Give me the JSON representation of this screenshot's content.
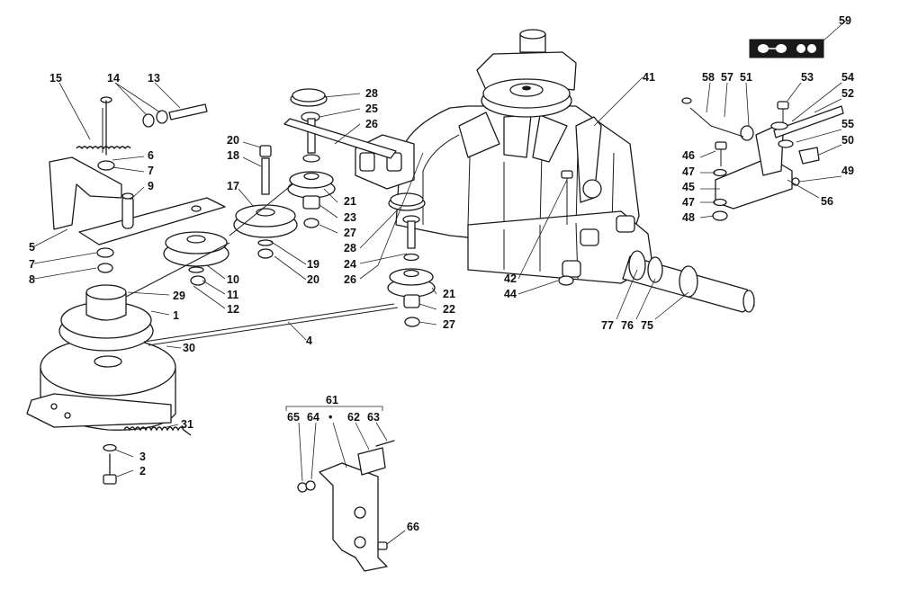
{
  "callouts": [
    {
      "id": "c59",
      "text": "59"
    },
    {
      "id": "c15",
      "text": "15"
    },
    {
      "id": "c14",
      "text": "14"
    },
    {
      "id": "c13",
      "text": "13"
    },
    {
      "id": "c28a",
      "text": "28"
    },
    {
      "id": "c25",
      "text": "25"
    },
    {
      "id": "c26a",
      "text": "26"
    },
    {
      "id": "c41",
      "text": "41"
    },
    {
      "id": "c58",
      "text": "58"
    },
    {
      "id": "c57",
      "text": "57"
    },
    {
      "id": "c51",
      "text": "51"
    },
    {
      "id": "c53",
      "text": "53"
    },
    {
      "id": "c54",
      "text": "54"
    },
    {
      "id": "c52",
      "text": "52"
    },
    {
      "id": "c55",
      "text": "55"
    },
    {
      "id": "c50",
      "text": "50"
    },
    {
      "id": "c46",
      "text": "46"
    },
    {
      "id": "c47a",
      "text": "47"
    },
    {
      "id": "c45",
      "text": "45"
    },
    {
      "id": "c47b",
      "text": "47"
    },
    {
      "id": "c48",
      "text": "48"
    },
    {
      "id": "c49",
      "text": "49"
    },
    {
      "id": "c56",
      "text": "56"
    },
    {
      "id": "c6",
      "text": "6"
    },
    {
      "id": "c7a",
      "text": "7"
    },
    {
      "id": "c9",
      "text": "9"
    },
    {
      "id": "c20a",
      "text": "20"
    },
    {
      "id": "c18",
      "text": "18"
    },
    {
      "id": "c17",
      "text": "17"
    },
    {
      "id": "c21a",
      "text": "21"
    },
    {
      "id": "c23",
      "text": "23"
    },
    {
      "id": "c27a",
      "text": "27"
    },
    {
      "id": "c28b",
      "text": "28"
    },
    {
      "id": "c24",
      "text": "24"
    },
    {
      "id": "c26b",
      "text": "26"
    },
    {
      "id": "c19",
      "text": "19"
    },
    {
      "id": "c20b",
      "text": "20"
    },
    {
      "id": "c5",
      "text": "5"
    },
    {
      "id": "c7b",
      "text": "7"
    },
    {
      "id": "c8",
      "text": "8"
    },
    {
      "id": "c10",
      "text": "10"
    },
    {
      "id": "c11",
      "text": "11"
    },
    {
      "id": "c12",
      "text": "12"
    },
    {
      "id": "c29",
      "text": "29"
    },
    {
      "id": "c1",
      "text": "1"
    },
    {
      "id": "c21b",
      "text": "21"
    },
    {
      "id": "c22",
      "text": "22"
    },
    {
      "id": "c27b",
      "text": "27"
    },
    {
      "id": "c42",
      "text": "42"
    },
    {
      "id": "c44",
      "text": "44"
    },
    {
      "id": "c77",
      "text": "77"
    },
    {
      "id": "c76",
      "text": "76"
    },
    {
      "id": "c75",
      "text": "75"
    },
    {
      "id": "c4",
      "text": "4"
    },
    {
      "id": "c30",
      "text": "30"
    },
    {
      "id": "c31",
      "text": "31"
    },
    {
      "id": "c3",
      "text": "3"
    },
    {
      "id": "c2",
      "text": "2"
    },
    {
      "id": "c61",
      "text": "61"
    },
    {
      "id": "c65",
      "text": "65"
    },
    {
      "id": "c64",
      "text": "64"
    },
    {
      "id": "cdot",
      "text": "•"
    },
    {
      "id": "c62",
      "text": "62"
    },
    {
      "id": "c63",
      "text": "63"
    },
    {
      "id": "c66",
      "text": "66"
    }
  ]
}
